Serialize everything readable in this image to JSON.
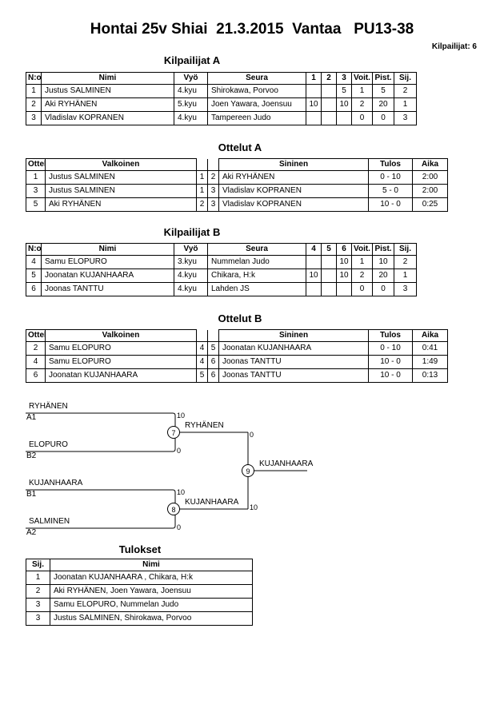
{
  "title": "Hontai 25v Shiai  21.3.2015  Vantaa   PU13-38",
  "competitor_count": "Kilpailijat: 6",
  "pool_a": {
    "heading": "Kilpailijat A",
    "headers": [
      "N:o",
      "Nimi",
      "Vyö",
      "Seura",
      "1",
      "2",
      "3",
      "Voit.",
      "Pist.",
      "Sij."
    ],
    "rows": [
      [
        "1",
        "Justus SALMINEN",
        "4.kyu",
        "Shirokawa, Porvoo",
        "",
        "",
        "5",
        "1",
        "5",
        "2"
      ],
      [
        "2",
        "Aki RYHÄNEN",
        "5.kyu",
        "Joen Yawara, Joensuu",
        "10",
        "",
        "10",
        "2",
        "20",
        "1"
      ],
      [
        "3",
        "Vladislav KOPRANEN",
        "4.kyu",
        "Tampereen Judo",
        "",
        "",
        "",
        "0",
        "0",
        "3"
      ]
    ]
  },
  "matches_a": {
    "heading": "Ottelut A",
    "headers": [
      "Ottelu",
      "Valkoinen",
      "Sininen",
      "Tulos",
      "Aika"
    ],
    "rows": [
      [
        "1",
        "Justus SALMINEN",
        "1",
        "2",
        "Aki RYHÄNEN",
        "0 - 10",
        "2:00"
      ],
      [
        "3",
        "Justus SALMINEN",
        "1",
        "3",
        "Vladislav KOPRANEN",
        "5 - 0",
        "2:00"
      ],
      [
        "5",
        "Aki RYHÄNEN",
        "2",
        "3",
        "Vladislav KOPRANEN",
        "10 - 0",
        "0:25"
      ]
    ]
  },
  "pool_b": {
    "heading": "Kilpailijat B",
    "headers": [
      "N:o",
      "Nimi",
      "Vyö",
      "Seura",
      "4",
      "5",
      "6",
      "Voit.",
      "Pist.",
      "Sij."
    ],
    "rows": [
      [
        "4",
        "Samu ELOPURO",
        "3.kyu",
        "Nummelan Judo",
        "",
        "",
        "10",
        "1",
        "10",
        "2"
      ],
      [
        "5",
        "Joonatan  KUJANHAARA",
        "4.kyu",
        "Chikara, H:k",
        "10",
        "",
        "10",
        "2",
        "20",
        "1"
      ],
      [
        "6",
        "Joonas TANTTU",
        "4.kyu",
        "Lahden JS",
        "",
        "",
        "",
        "0",
        "0",
        "3"
      ]
    ]
  },
  "matches_b": {
    "heading": "Ottelut B",
    "headers": [
      "Ottelu",
      "Valkoinen",
      "Sininen",
      "Tulos",
      "Aika"
    ],
    "rows": [
      [
        "2",
        "Samu ELOPURO",
        "4",
        "5",
        "Joonatan  KUJANHAARA",
        "0 - 10",
        "0:41"
      ],
      [
        "4",
        "Samu ELOPURO",
        "4",
        "6",
        "Joonas TANTTU",
        "10 - 0",
        "1:49"
      ],
      [
        "6",
        "Joonatan  KUJANHAARA",
        "5",
        "6",
        "Joonas TANTTU",
        "10 - 0",
        "0:13"
      ]
    ]
  },
  "bracket": {
    "s1_name": "RYHÄNEN",
    "s1_seed": "A1",
    "s1_score": "10",
    "s2_name": "ELOPURO",
    "s2_seed": "B2",
    "s2_score": "0",
    "s3_name": "KUJANHAARA",
    "s3_seed": "B1",
    "s3_score": "10",
    "s4_name": "SALMINEN",
    "s4_seed": "A2",
    "s4_score": "0",
    "m7": "7",
    "m7_winner": "RYHÄNEN",
    "m7_score": "0",
    "m8": "8",
    "m8_winner": "KUJANHAARA",
    "m8_score": "10",
    "m9": "9",
    "m9_winner": "KUJANHAARA"
  },
  "results": {
    "heading": "Tulokset",
    "headers": [
      "Sij.",
      "Nimi"
    ],
    "rows": [
      [
        "1",
        "Joonatan  KUJANHAARA , Chikara, H:k"
      ],
      [
        "2",
        "Aki RYHÄNEN, Joen Yawara, Joensuu"
      ],
      [
        "3",
        "Samu ELOPURO, Nummelan Judo"
      ],
      [
        "3",
        "Justus SALMINEN, Shirokawa, Porvoo"
      ]
    ]
  }
}
